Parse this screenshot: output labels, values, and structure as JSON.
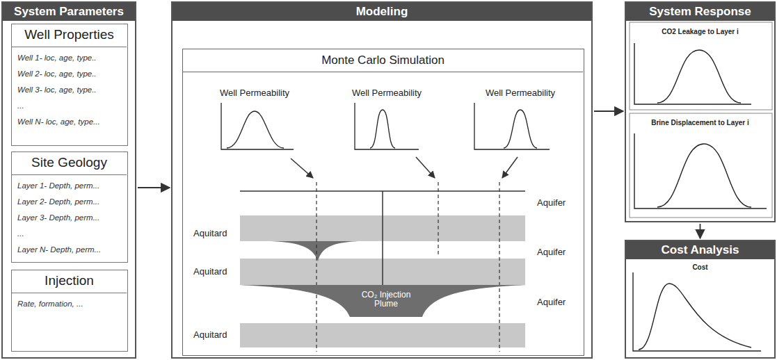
{
  "diagram": {
    "nodes": [
      {
        "text": [
          "System Parameters"
        ]
      },
      {
        "text": [
          "Well Properties",
          "Well 1- loc, age, type..",
          "Well 2- loc, age, type..",
          "Well 3- loc, age, type..",
          "...",
          "Well N- loc, age, type..."
        ],
        "in": 0
      },
      {
        "text": [
          "Site Geology",
          "Layer 1- Depth, perm...",
          "Layer 2- Depth, perm...",
          "Layer 3- Depth, perm...",
          "...",
          "Layer N- Depth, perm..."
        ],
        "in": 0
      },
      {
        "text": [
          "Injection",
          "Rate, formation, ..."
        ],
        "in": 0
      },
      {
        "text": [
          "Modeling"
        ]
      },
      {
        "text": [
          "Monte Carlo Simulation"
        ],
        "in": 4
      },
      {
        "text": [
          "CO₂ Injection Plume"
        ],
        "in": 5
      },
      {
        "text": [
          "System Response",
          "CO2 Leakage to Layer i",
          "Brine Displacement to Layer i"
        ]
      },
      {
        "text": [
          "Cost Analysis",
          "Cost"
        ]
      }
    ],
    "edges": [
      {
        "from": 0,
        "to": 4,
        "arrow": "to"
      },
      {
        "from": 4,
        "to": 7,
        "arrow": "to"
      },
      {
        "from": 7,
        "to": 8,
        "arrow": "to"
      }
    ],
    "labels": [
      "Well Permeability",
      "Well Permeability",
      "Well Permeability",
      "Aquifer",
      "Aquifer",
      "Aquifer",
      "Aquitard",
      "Aquitard",
      "Aquitard"
    ]
  }
}
